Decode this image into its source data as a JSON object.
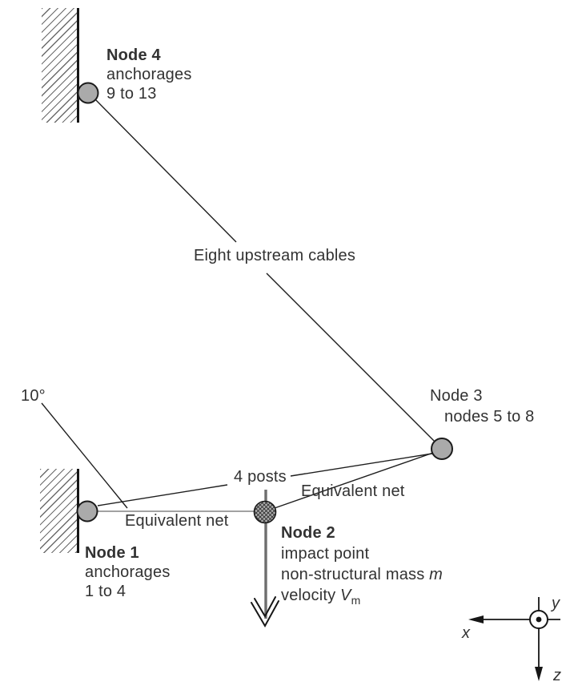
{
  "figure": {
    "colors": {
      "node_fill": "#aaaaaa",
      "line": "#1e1e1e",
      "net_line": "#6a6a6a",
      "velocity_arrow": "#6e6e6e",
      "text": "#323232"
    },
    "node4": {
      "title": "Node 4",
      "sub1": "anchorages",
      "sub2": "9 to 13"
    },
    "node3": {
      "title": "Node 3",
      "sub1": "nodes 5 to 8"
    },
    "node1": {
      "title": "Node 1",
      "sub1": "anchorages",
      "sub2": "1 to 4"
    },
    "node2": {
      "title": "Node 2",
      "line2": "impact point",
      "line3a": "non-structural mass ",
      "line3b": "m",
      "line4a": "velocity ",
      "line4b": "V",
      "line4c": "m"
    },
    "labels": {
      "cables": "Eight upstream cables",
      "angle": "10°",
      "posts": "4 posts",
      "eqnet_left": "Equivalent net",
      "eqnet_right": "Equivalent net"
    },
    "axes": {
      "x": "x",
      "y": "y",
      "z": "z"
    }
  }
}
